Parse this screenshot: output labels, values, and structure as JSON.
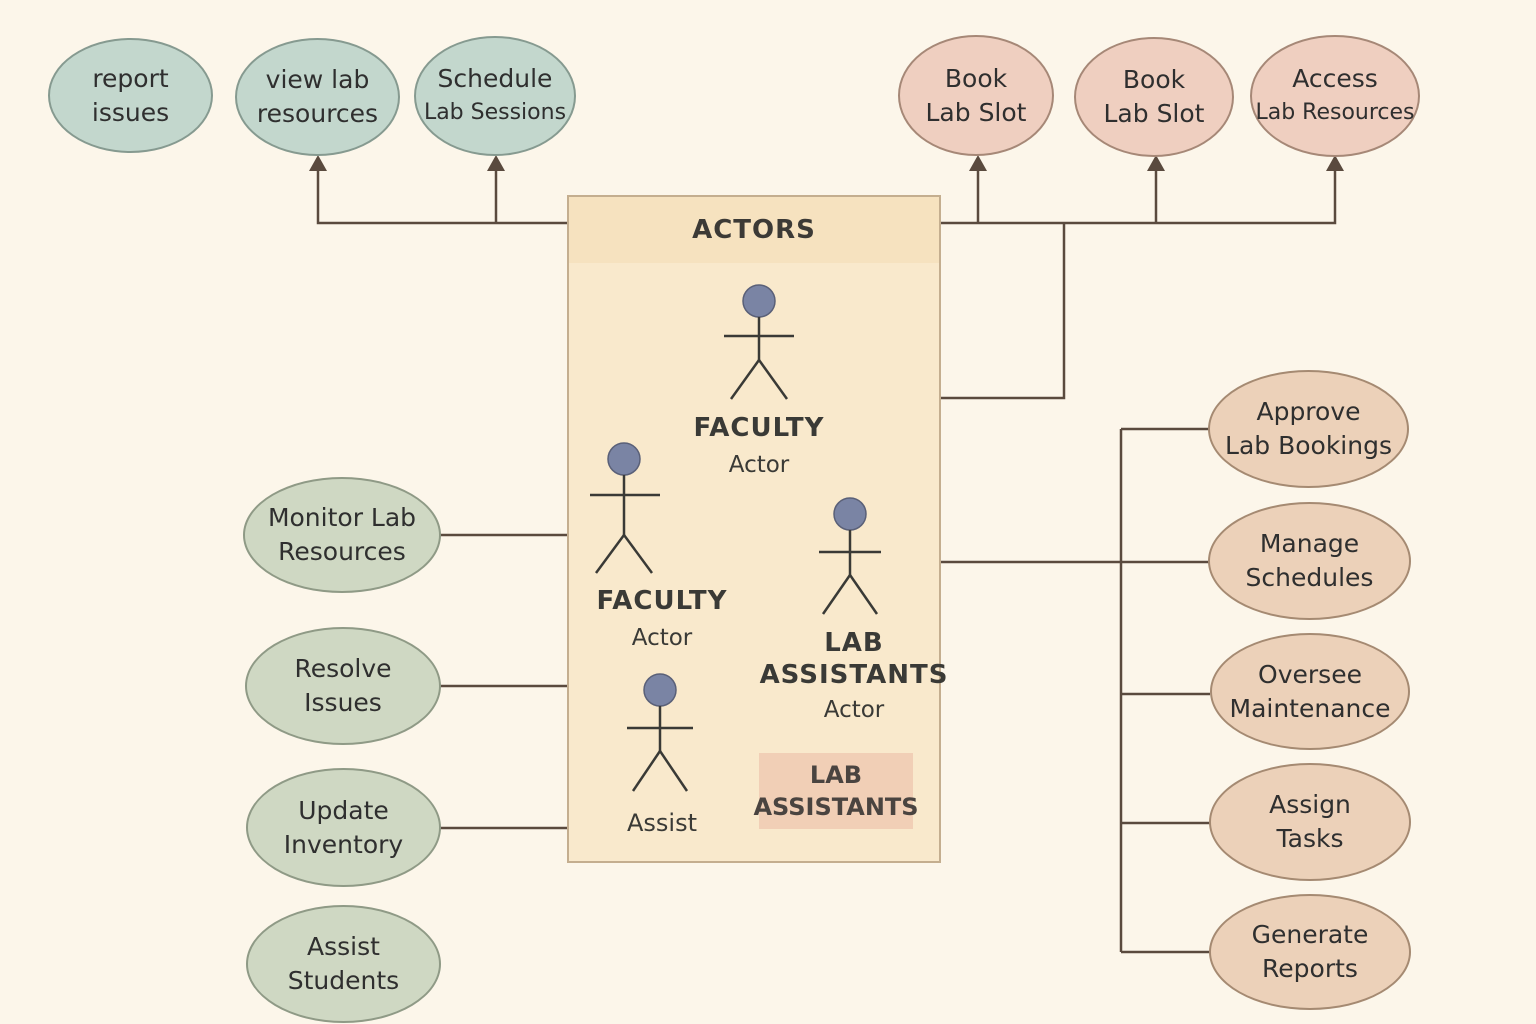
{
  "actors_panel": {
    "title": "ACTORS",
    "actors": [
      {
        "name": "FACULTY",
        "role": "Actor"
      },
      {
        "name": "FACULTY",
        "role": "Actor"
      },
      {
        "name": "LAB\nASSISTANTS",
        "role": "Actor"
      },
      {
        "name": "Assist",
        "role": ""
      }
    ],
    "tag": "LAB\nASSISTANTS"
  },
  "use_cases": {
    "top_left": [
      {
        "line1": "report",
        "line2": "issues"
      },
      {
        "line1": "view lab",
        "line2": "resources"
      },
      {
        "line1": "Schedule",
        "line2": "Lab Sessions"
      }
    ],
    "top_right": [
      {
        "line1": "Book",
        "line2": "Lab Slot"
      },
      {
        "line1": "Book",
        "line2": "Lab Slot"
      },
      {
        "line1": "Access",
        "line2": "Lab Resources"
      }
    ],
    "left": [
      {
        "line1": "Monitor Lab",
        "line2": "Resources"
      },
      {
        "line1": "Resolve",
        "line2": "Issues"
      },
      {
        "line1": "Update",
        "line2": "Inventory"
      },
      {
        "line1": "Assist",
        "line2": "Students"
      }
    ],
    "right": [
      {
        "line1": "Approve",
        "line2": "Lab Bookings"
      },
      {
        "line1": "Manage",
        "line2": "Schedules"
      },
      {
        "line1": "Oversee",
        "line2": "Maintenance"
      },
      {
        "line1": "Assign",
        "line2": "Tasks"
      },
      {
        "line1": "Generate",
        "line2": "Reports"
      }
    ]
  },
  "colors": {
    "background": "#fcf6ea",
    "line": "#5a4a3e",
    "actor_head": "#7a84a4",
    "teal": "#c3d7cd",
    "sage": "#cfd8c3",
    "pink": "#efcfc0",
    "peach": "#ecd1b9"
  },
  "icons": [
    "stick-figure-icon",
    "arrow-up-icon"
  ]
}
